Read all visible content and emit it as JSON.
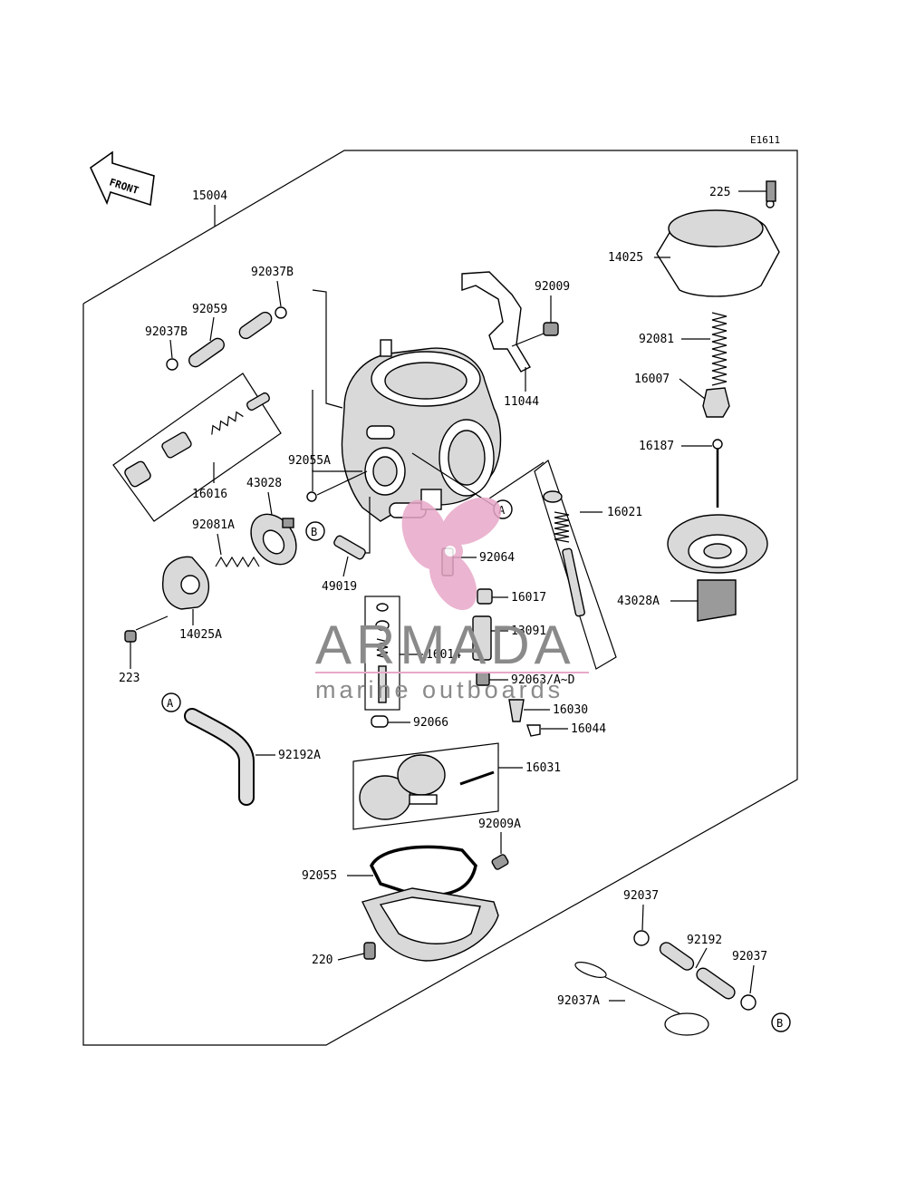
{
  "diagram": {
    "code": "E1611",
    "front_arrow": "FRONT",
    "callouts": [
      "A",
      "B"
    ],
    "watermark": {
      "brand": "ARMADA",
      "tagline": "marine outboards",
      "accent": "#e8a8c8",
      "text_color": "#8a8a8a"
    },
    "parts": [
      "15004",
      "225",
      "14025",
      "92037B",
      "92009",
      "92059",
      "92037B",
      "92081",
      "11044",
      "16007",
      "16187",
      "92055A",
      "16016",
      "43028",
      "16021",
      "92081A",
      "92064",
      "49019",
      "16017",
      "43028A",
      "14025A",
      "13091",
      "16014",
      "223",
      "92063/A~D",
      "16030",
      "92066",
      "16044",
      "92192A",
      "16031",
      "92009A",
      "92055",
      "92037",
      "220",
      "92192",
      "92037",
      "92037A"
    ]
  }
}
